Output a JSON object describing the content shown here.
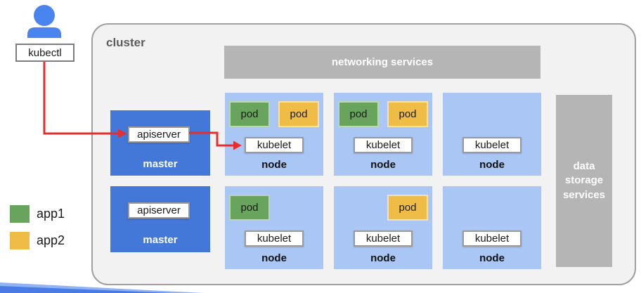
{
  "colors": {
    "master_blue": "#4377d8",
    "node_blue": "#aac6f5",
    "pod_green": "#68a45c",
    "pod_yellow": "#efbd45",
    "bar_gray": "#b5b5b5",
    "cluster_bg": "#f2f2f2",
    "arrow_red": "#e62e2e",
    "actor_blue": "#4a84ee"
  },
  "actor": {
    "label": "kubectl"
  },
  "legend": {
    "items": [
      {
        "label": "app1",
        "color": "#68a45c"
      },
      {
        "label": "app2",
        "color": "#efbd45"
      }
    ]
  },
  "cluster": {
    "label": "cluster",
    "networking_bar": {
      "label": "networking services"
    },
    "storage_bar": {
      "label": "data storage services"
    },
    "masters": [
      {
        "apiserver_label": "apiserver",
        "label": "master"
      },
      {
        "apiserver_label": "apiserver",
        "label": "master"
      }
    ],
    "nodes": [
      {
        "label": "node",
        "kubelet_label": "kubelet",
        "pods": [
          {
            "label": "pod",
            "app": "app1"
          },
          {
            "label": "pod",
            "app": "app2"
          }
        ]
      },
      {
        "label": "node",
        "kubelet_label": "kubelet",
        "pods": [
          {
            "label": "pod",
            "app": "app1"
          },
          {
            "label": "pod",
            "app": "app2"
          }
        ]
      },
      {
        "label": "node",
        "kubelet_label": "kubelet",
        "pods": []
      },
      {
        "label": "node",
        "kubelet_label": "kubelet",
        "pods": [
          {
            "label": "pod",
            "app": "app1"
          }
        ]
      },
      {
        "label": "node",
        "kubelet_label": "kubelet",
        "pods": [
          {
            "label": "pod",
            "app": "app2"
          }
        ]
      },
      {
        "label": "node",
        "kubelet_label": "kubelet",
        "pods": []
      }
    ]
  }
}
